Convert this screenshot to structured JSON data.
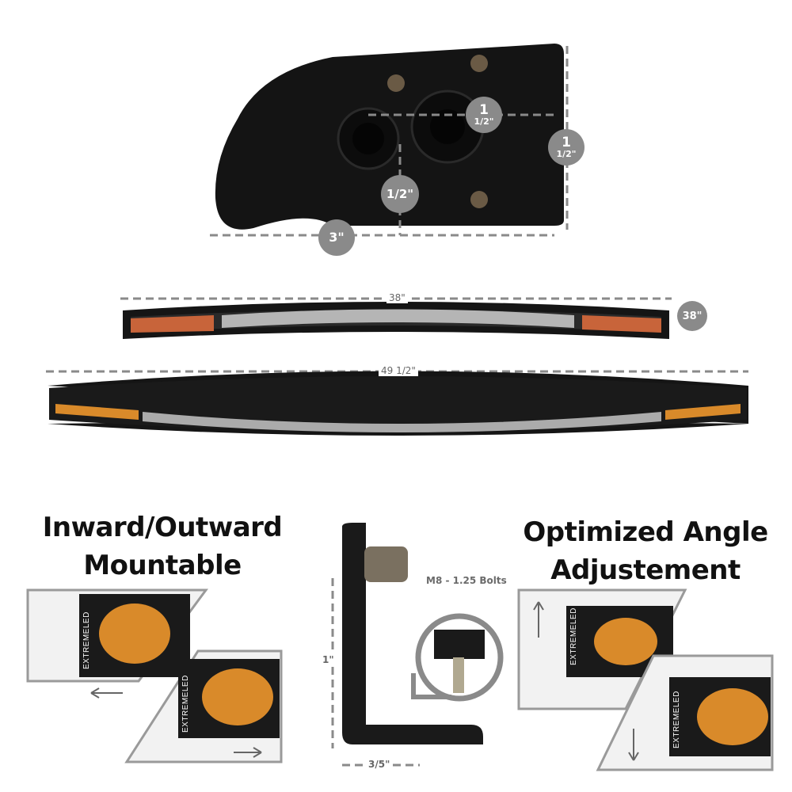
{
  "bracket_top": {
    "dims": {
      "height_right": {
        "whole": "1",
        "frac": "1/2\""
      },
      "hole_spacing": {
        "whole": "1",
        "frac": "1/2\""
      },
      "hole_offset": "1/2\"",
      "width": "3\""
    }
  },
  "bars": [
    {
      "length_label": "38\"",
      "badge": "38\""
    },
    {
      "length_label": "49 1/2\""
    }
  ],
  "features": [
    {
      "title_line1": "Inward/Outward",
      "title_line2": "Mountable"
    },
    {
      "title_line1": "Optimized Angle",
      "title_line2": "Adjustement"
    }
  ],
  "mount_bracket": {
    "height": "1\"",
    "width": "3/5\"",
    "bolt_spec": "M8 - 1.25 Bolts"
  },
  "brand_text": "EXTREMELED",
  "colors": {
    "badge": "#8a8a8a",
    "dash": "#8a8a8a",
    "amber": "#d98a2a",
    "frame": "#9a9a9a"
  }
}
